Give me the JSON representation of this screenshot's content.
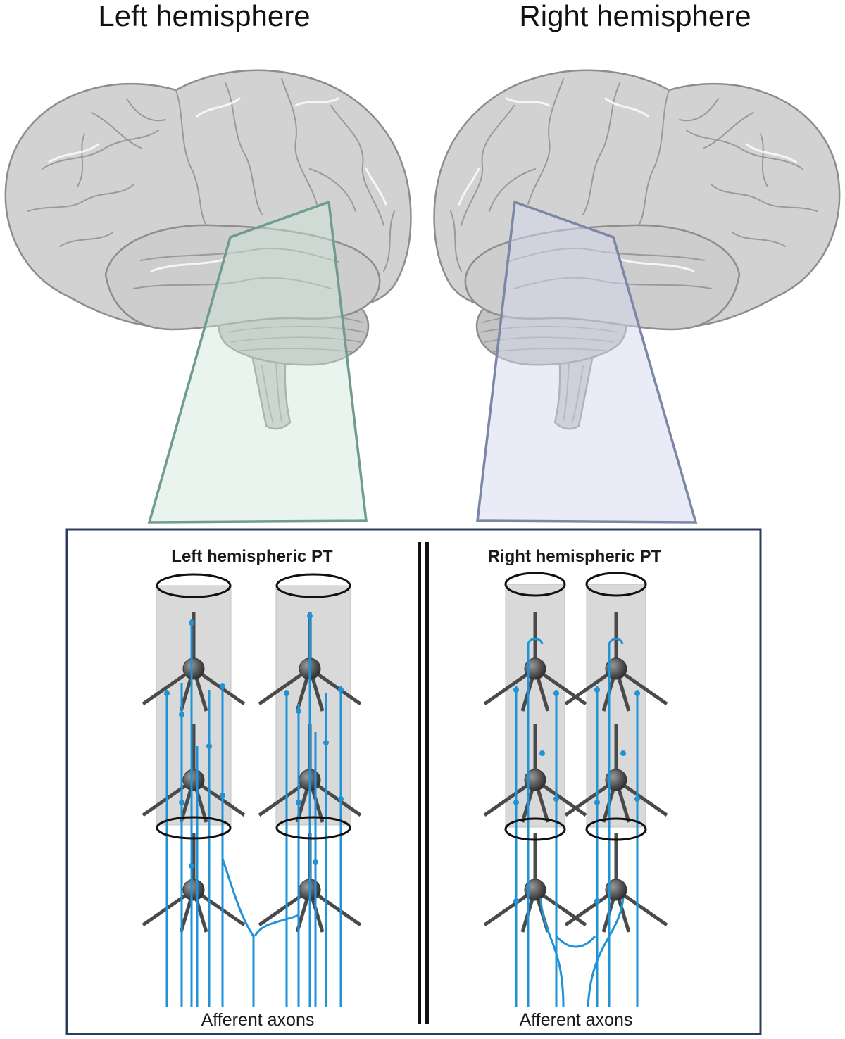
{
  "top_labels": {
    "left": "Left hemisphere",
    "right": "Right hemisphere"
  },
  "panel": {
    "left_title": "Left hemispheric PT",
    "right_title": "Right hemispheric PT",
    "left_axon_label": "Afferent axons",
    "right_axon_label": "Afferent axons"
  },
  "colors": {
    "left_wedge": "#6f9c8c",
    "right_wedge": "#7c86a6",
    "panel_border": "#2e3b5e",
    "axon": "#1f93d6",
    "neuron": "#4a4a4a"
  }
}
